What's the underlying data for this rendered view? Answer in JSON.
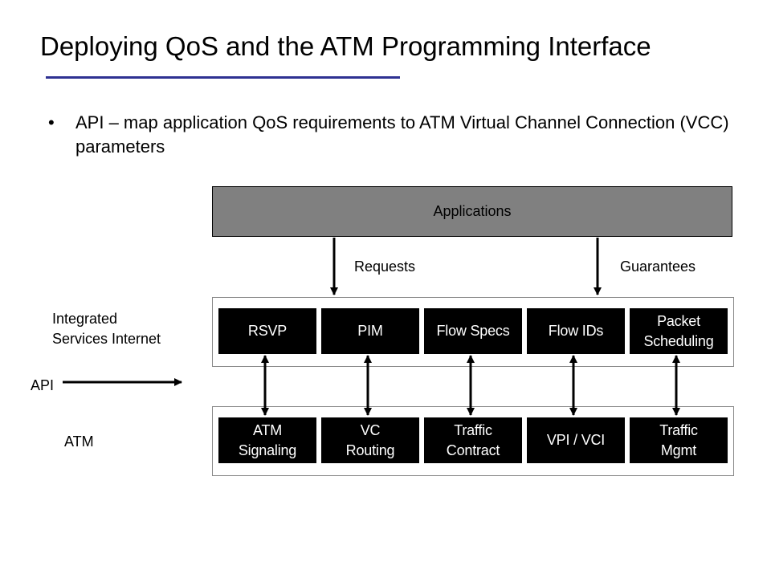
{
  "title": "Deploying QoS and the ATM Programming Interface",
  "bullet": {
    "mark": "•",
    "text": "API – map application QoS requirements to ATM Virtual Channel Connection (VCC) parameters"
  },
  "diagram": {
    "applications": "Applications",
    "requests": "Requests",
    "guarantees": "Guarantees",
    "integrated_label": "Integrated\nServices Internet",
    "api_label": "API",
    "atm_label": "ATM",
    "internet_boxes": [
      "RSVP",
      "PIM",
      "Flow Specs",
      "Flow IDs",
      "Packet\nScheduling"
    ],
    "atm_boxes": [
      "ATM\nSignaling",
      "VC\nRouting",
      "Traffic\nContract",
      "VPI / VCI",
      "Traffic\nMgmt"
    ]
  },
  "colors": {
    "title_rule": "#2e3192",
    "applications_fill": "#808080",
    "box_fill": "#000000",
    "box_text": "#ffffff"
  }
}
